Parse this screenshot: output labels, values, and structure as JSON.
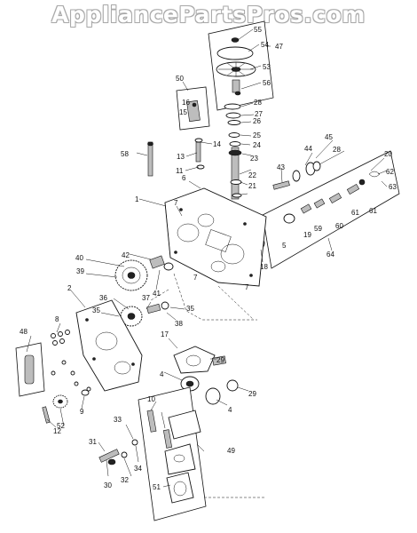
{
  "watermark": "AppliancePartsPros.com",
  "callouts": [
    "1",
    "2",
    "4",
    "4",
    "5",
    "6",
    "7",
    "7",
    "7",
    "8",
    "9",
    "10",
    "11",
    "12",
    "13",
    "14",
    "15",
    "16",
    "17",
    "18",
    "19",
    "20",
    "21",
    "22",
    "23",
    "24",
    "25",
    "26",
    "27",
    "28",
    "28",
    "29",
    "29",
    "30",
    "31",
    "32",
    "33",
    "34",
    "35",
    "35",
    "36",
    "37",
    "38",
    "39",
    "40",
    "41",
    "42",
    "43",
    "44",
    "45",
    "47",
    "48",
    "49",
    "50",
    "51",
    "52",
    "53",
    "54",
    "55",
    "56",
    "58",
    "59",
    "60",
    "61",
    "61",
    "62",
    "63",
    "64"
  ]
}
